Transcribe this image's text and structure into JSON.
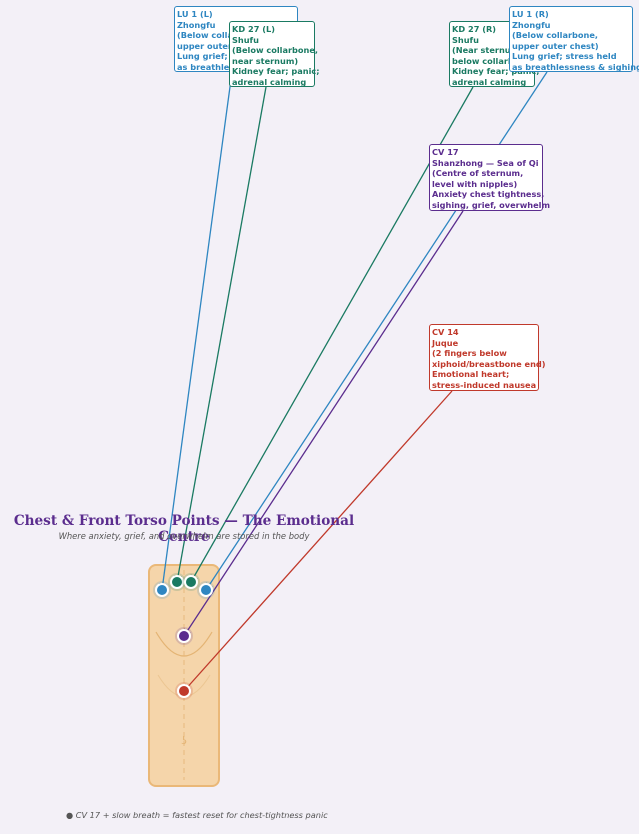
{
  "title": "Chest & Front Torso Points — The Emotional Centre",
  "subtitle": "Where anxiety, grief, and overwhelm are stored in the body",
  "footnote": "● CV 17 + slow breath = fastest reset for chest-tightness panic",
  "colors": {
    "background": "#f3f0f7",
    "torso_fill": "#f5d5aa",
    "torso_stroke": "#eab878",
    "lung": "#2e86c1",
    "kidney": "#1a7a62",
    "cv17": "#5b2d8e",
    "cv14": "#c0392b"
  },
  "points": [
    {
      "id": "lu1-left",
      "code": "LU 1 (L)",
      "name": "Zhongfu",
      "location_lines": [
        "(Below collarbone,",
        "upper outer chest)"
      ],
      "effect_lines": [
        "Lung grief; stress held",
        "as breathlessness & sighing"
      ],
      "color": "#2e86c1"
    },
    {
      "id": "kd27-left",
      "code": "KD 27 (L)",
      "name": "Shufu",
      "location_lines": [
        "(Below collarbone,",
        "near sternum)"
      ],
      "effect_lines": [
        "Kidney fear; panic;",
        "adrenal calming"
      ],
      "color": "#1a7a62"
    },
    {
      "id": "kd27-right",
      "code": "KD 27 (R)",
      "name": "Shufu",
      "location_lines": [
        "(Near sternum,",
        "below collarbone)"
      ],
      "effect_lines": [
        "Kidney fear; panic;",
        "adrenal calming"
      ],
      "color": "#1a7a62"
    },
    {
      "id": "lu1-right",
      "code": "LU 1 (R)",
      "name": "Zhongfu",
      "location_lines": [
        "(Below collarbone,",
        "upper outer chest)"
      ],
      "effect_lines": [
        "Lung grief; stress held",
        "as breathlessness & sighing"
      ],
      "color": "#2e86c1"
    },
    {
      "id": "cv17",
      "code": "CV 17",
      "name": "Shanzhong — Sea of Qi",
      "location_lines": [
        "(Centre of sternum,",
        "level with nipples)"
      ],
      "effect_lines": [
        "Anxiety chest tightness,",
        "sighing, grief, overwhelm"
      ],
      "color": "#5b2d8e"
    },
    {
      "id": "cv14",
      "code": "CV 14",
      "name": "Juque",
      "location_lines": [
        "(2 fingers below",
        "xiphoid/breastbone end)"
      ],
      "effect_lines": [
        "Emotional heart;",
        "stress-induced nausea"
      ],
      "color": "#c0392b"
    }
  ]
}
